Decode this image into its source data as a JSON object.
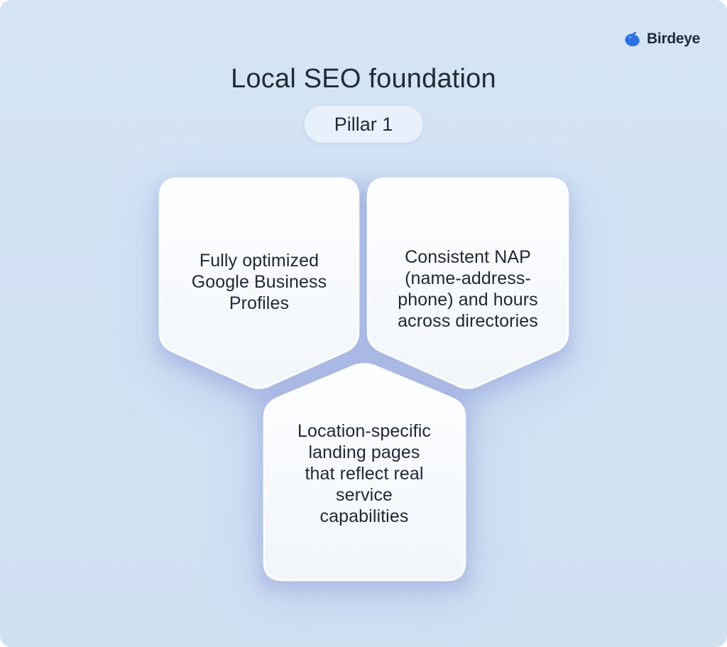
{
  "brand": {
    "name": "Birdeye",
    "logo_icon": "birdeye-bird-icon"
  },
  "header": {
    "title": "Local SEO foundation",
    "badge_label": "Pillar 1"
  },
  "cards": [
    {
      "id": "card-1",
      "label": "Fully optimized\nGoogle Business\nProfiles"
    },
    {
      "id": "card-2",
      "label": "Consistent NAP\n(name-address-\nphone) and hours\nacross directories"
    },
    {
      "id": "card-3",
      "label": "Location-specific\nlanding pages\nthat reflect real\nservice\ncapabilities"
    }
  ],
  "colors": {
    "background": "#d2e2f3",
    "card_fill": "#f4f8fb",
    "card_rim": "#ffffff",
    "glow": "#aab8e4",
    "badge_bg": "#e7f0fb",
    "title_text": "#202a38",
    "body_text": "#212836",
    "brand_blue": "#2e71e5",
    "brand_text": "#1d2c3c"
  }
}
